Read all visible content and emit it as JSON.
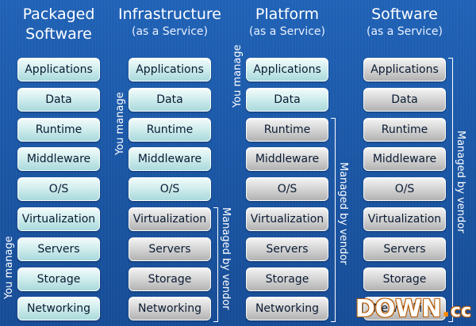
{
  "columns": [
    {
      "title": "Packaged",
      "title2": "Software",
      "subtitle": ""
    },
    {
      "title": "Infrastructure",
      "title2": "",
      "subtitle": "(as a Service)"
    },
    {
      "title": "Platform",
      "title2": "",
      "subtitle": "(as a Service)"
    },
    {
      "title": "Software",
      "title2": "",
      "subtitle": "(as a Service)"
    }
  ],
  "layers": [
    "Applications",
    "Data",
    "Runtime",
    "Middleware",
    "O/S",
    "Virtualization",
    "Servers",
    "Storage",
    "Networking"
  ],
  "you_manage_count": [
    9,
    5,
    2,
    0
  ],
  "labels": {
    "you_manage": "You manage",
    "managed_by_vendor": "Managed by vendor"
  },
  "colors": {
    "background": "#1c58a8",
    "you_manage_box": "#d2eeee",
    "vendor_box": "#d4d4d4"
  },
  "watermark": {
    "part1": "DOWN",
    "dot": ".",
    "part2": "cc"
  }
}
